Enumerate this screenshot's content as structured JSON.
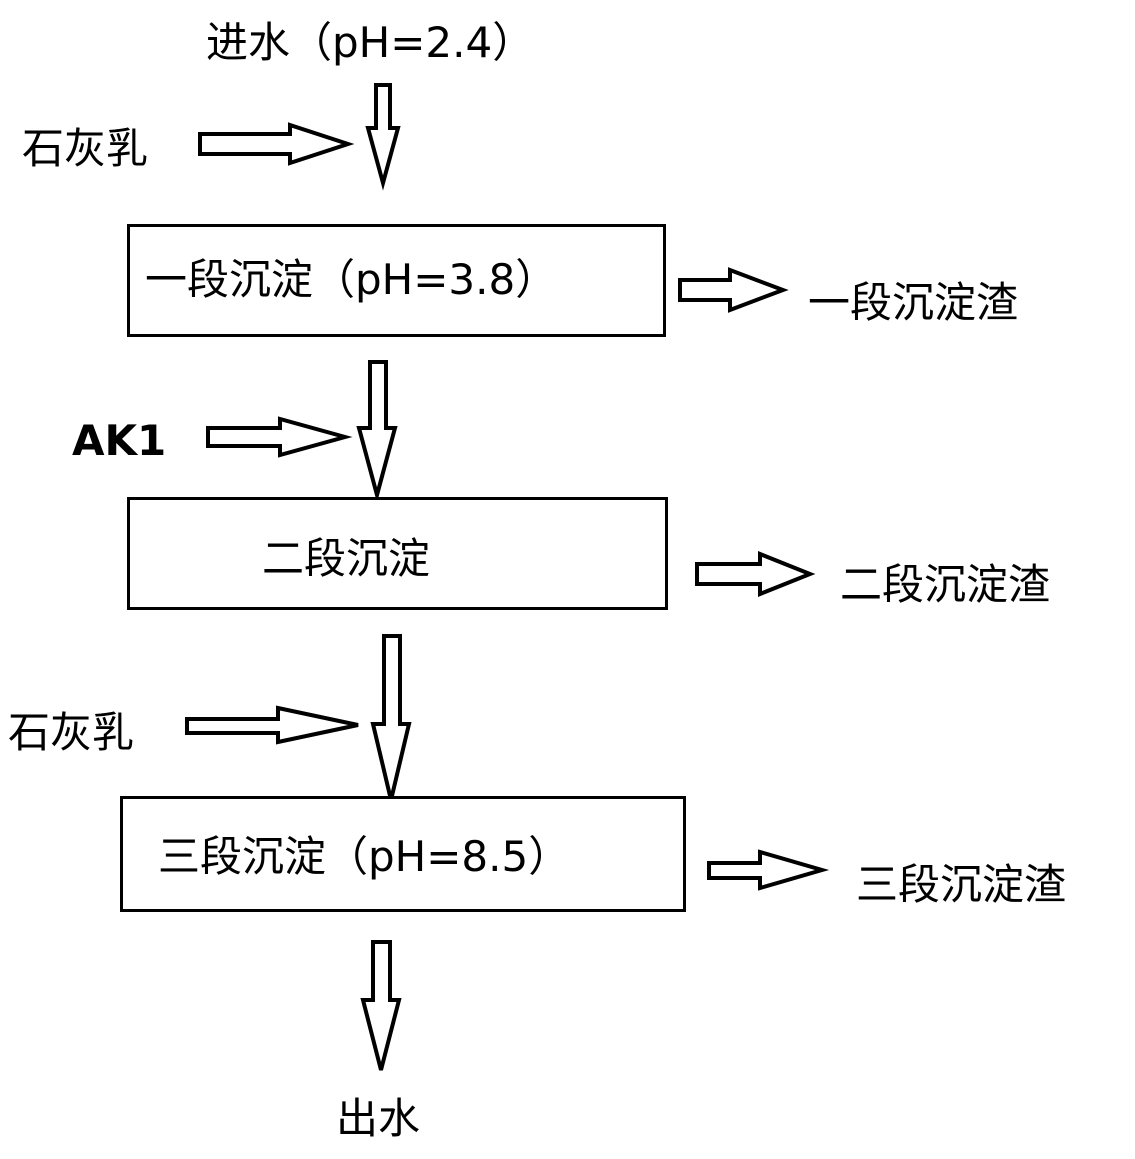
{
  "inflow": "进水（pH=2.4）",
  "reagents": {
    "lime_milk_1": "石灰乳",
    "ak1": "AK1",
    "lime_milk_2": "石灰乳"
  },
  "stages": [
    {
      "label": "一段沉淀（pH=3.8）",
      "residue": "一段沉淀渣"
    },
    {
      "label": "二段沉淀",
      "residue": "二段沉淀渣"
    },
    {
      "label": "三段沉淀（pH=8.5）",
      "residue": "三段沉淀渣"
    }
  ],
  "outflow": "出水"
}
